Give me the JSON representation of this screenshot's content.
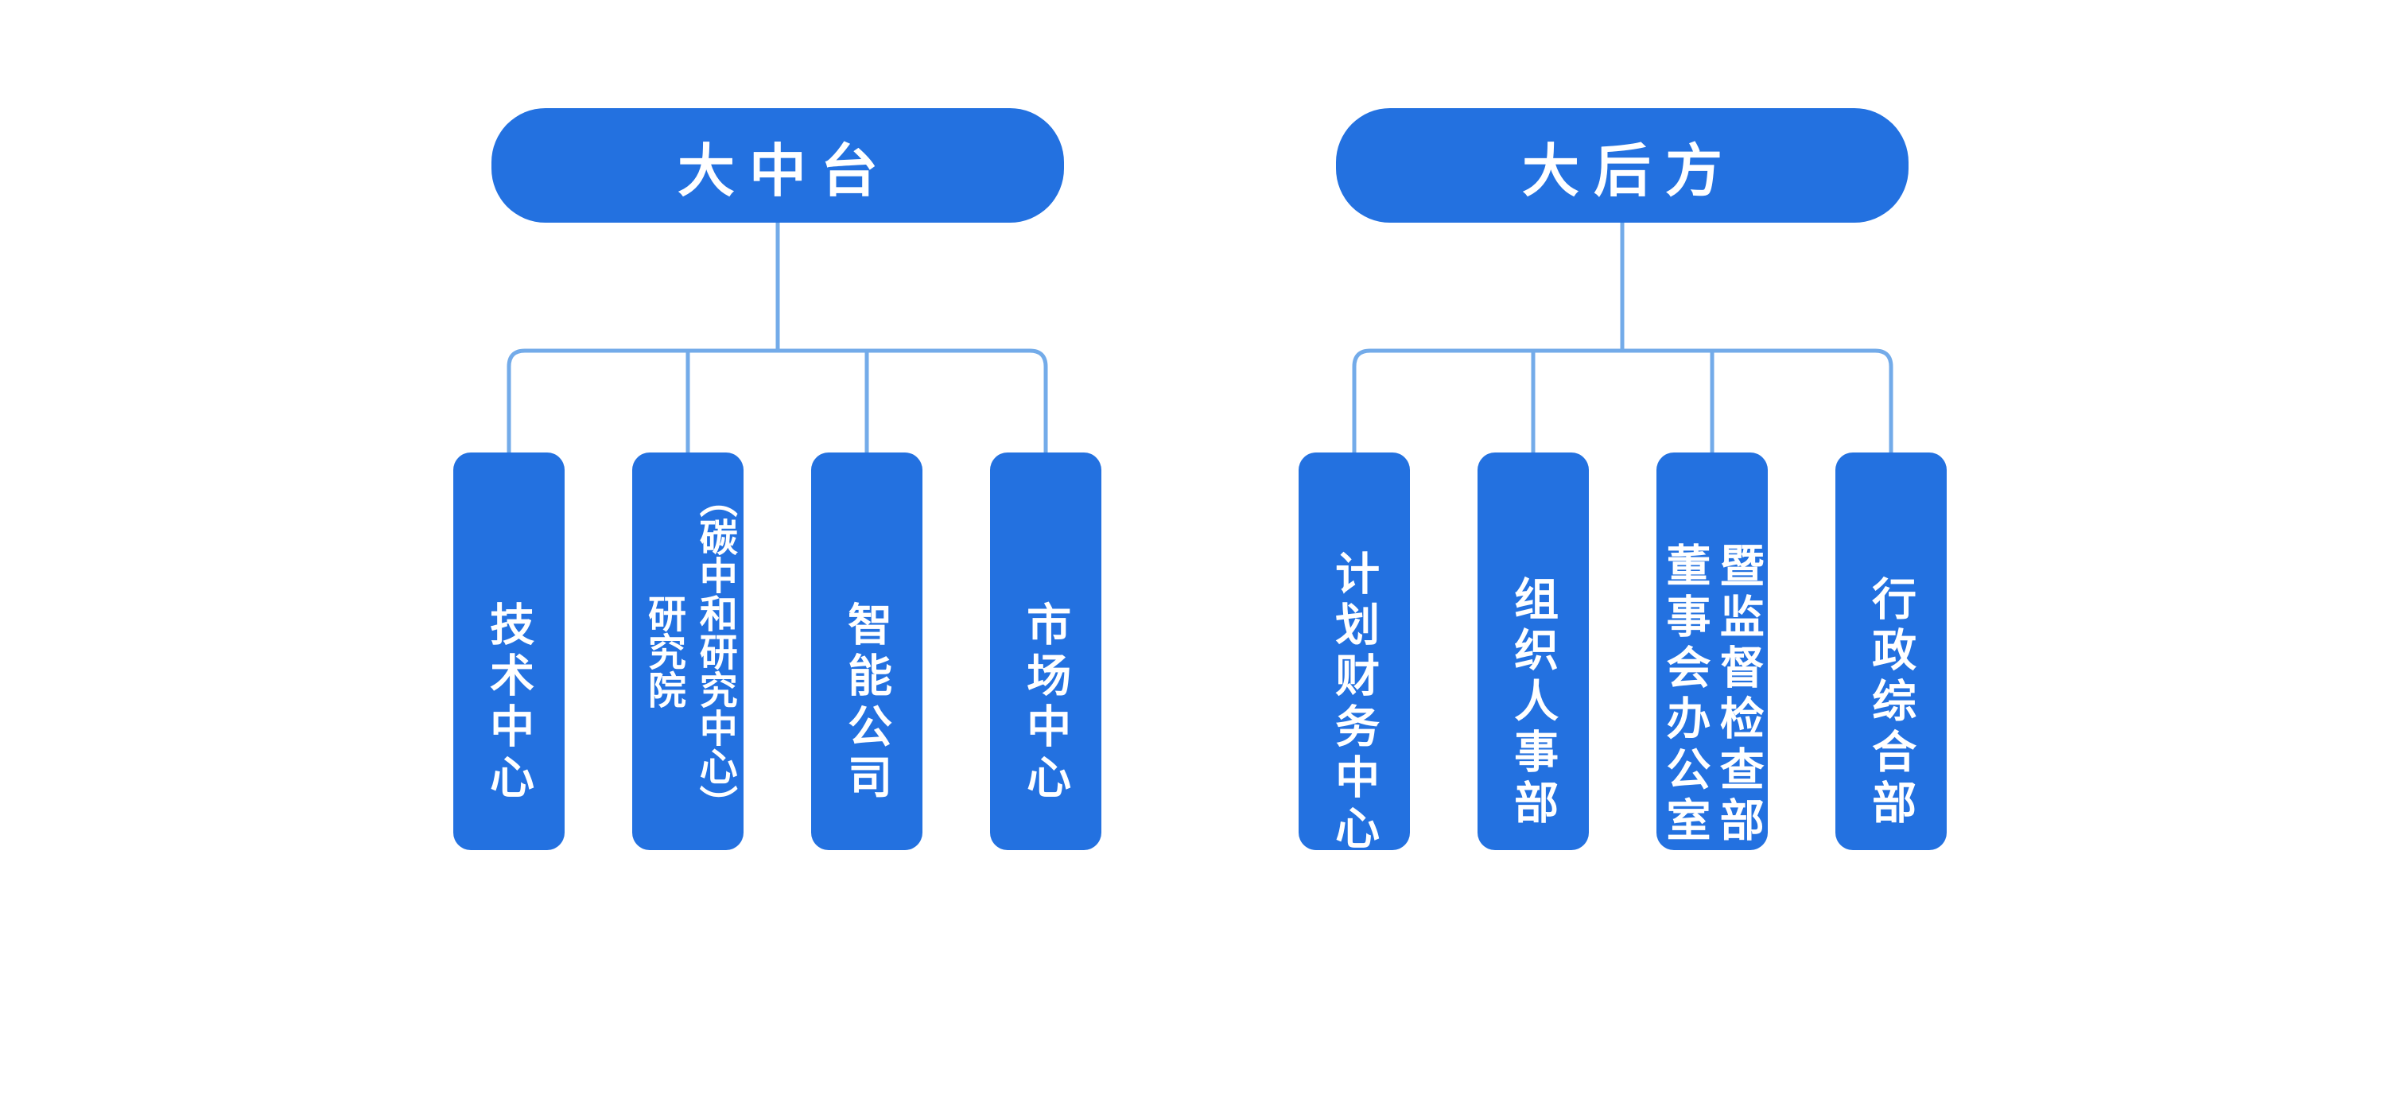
{
  "diagram": {
    "type": "org-chart",
    "background": "#ffffff",
    "node_fill_color": "#2371e0",
    "node_text_color": "#ffffff",
    "connector_color": "#73abe9"
  },
  "groups": [
    {
      "label": "大中台",
      "children": [
        {
          "label": "技术中心",
          "lines": [
            "技术中心"
          ]
        },
        {
          "label": "研究院（碳中和研究中心）",
          "lines": [
            "研究院",
            "（碳中和研究中心）"
          ]
        },
        {
          "label": "智能公司",
          "lines": [
            "智能公司"
          ]
        },
        {
          "label": "市场中心",
          "lines": [
            "市场中心"
          ]
        }
      ]
    },
    {
      "label": "大后方",
      "children": [
        {
          "label": "计划财务中心",
          "lines": [
            "计划财务中心"
          ]
        },
        {
          "label": "组织人事部",
          "lines": [
            "组织人事部"
          ]
        },
        {
          "label": "董事会办公室暨监督检查部",
          "lines": [
            "董事会办公室",
            "暨监督检查部"
          ]
        },
        {
          "label": "行政综合部",
          "lines": [
            "行政综合部"
          ]
        }
      ]
    }
  ]
}
